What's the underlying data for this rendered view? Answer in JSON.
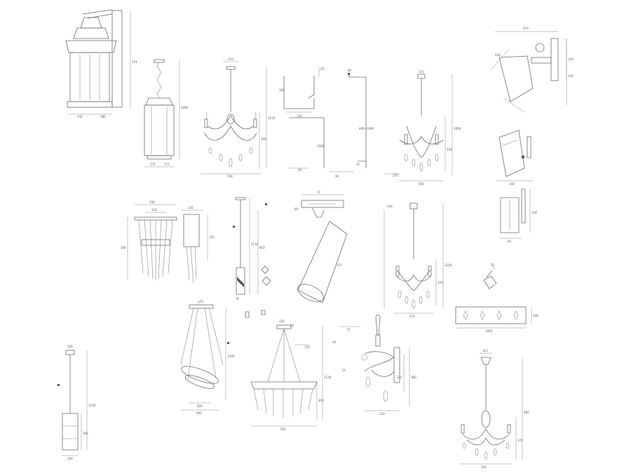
{
  "sheet": {
    "dimension_labels": {
      "lantern_height": "374",
      "lantern_bottom_a": "242",
      "lantern_bottom_b": "180",
      "pendant_lantern_height": "1000",
      "pendant_lantern_w1": "175",
      "pendant_lantern_w2": "175",
      "chandelier_a_top": "110",
      "chandelier_a_height": "1110",
      "chandelier_a_mid": "490",
      "chandelier_a_width": "760",
      "profile_top": "170",
      "profile_a": "100",
      "profile_b": "142",
      "profile_c": "1000",
      "profile_d": "40",
      "profile_e": "30",
      "track_top": "80",
      "track_height": "400~1000",
      "track_bottom": "35",
      "chandelier_b_top": "110",
      "chandelier_b_height": "1000",
      "chandelier_b_mid": "550",
      "chandelier_b_left": "270",
      "chandelier_b_width": "650",
      "spot_a_width": "220",
      "spot_a_side": "120",
      "spot_a_diag": "230",
      "spot_a_height": "140",
      "spot_b_width": "140",
      "spot_c_width": "65",
      "spot_c_height": "158",
      "crystal_wall_width": "330",
      "crystal_wall_inner": "120",
      "crystal_wall_height": "300",
      "crystal_side_width": "150",
      "crystal_side_height": "150",
      "stick_pendant_height": "1110",
      "stick_pendant_mid": "810",
      "stick_pendant_bottom": "70",
      "tilt_spot_top": "69",
      "tilt_spot_height": "117",
      "tilt_spot_diag": "72",
      "chandelier_c_top": "100",
      "chandelier_c_height": "1100",
      "chandelier_c_mid": "470",
      "chandelier_c_width": "470",
      "bar_width": "1000",
      "bar_height": "100",
      "mini_a": "72",
      "ring_top": "370",
      "ring_height": "1500",
      "ring_w1": "600",
      "ring_w2": "400",
      "fringe_top": "120",
      "fringe_height": "1110",
      "fringe_mid": "400",
      "fringe_width": "560",
      "fringe_side": "60",
      "fringe_small": "170",
      "candle_wall_height": "360",
      "candle_wall_mid": "145",
      "candle_wall_width": "220",
      "candle_wall_top": "75",
      "candle_wall_a": "19",
      "candle_wall_b": "55",
      "cyl_top": "100",
      "cyl_height": "1100",
      "cyl_mid": "300",
      "cyl_width": "100",
      "chandelier_d_top": "113",
      "chandelier_d_height": "900",
      "chandelier_d_mid": "370",
      "chandelier_d_width": "540"
    }
  }
}
